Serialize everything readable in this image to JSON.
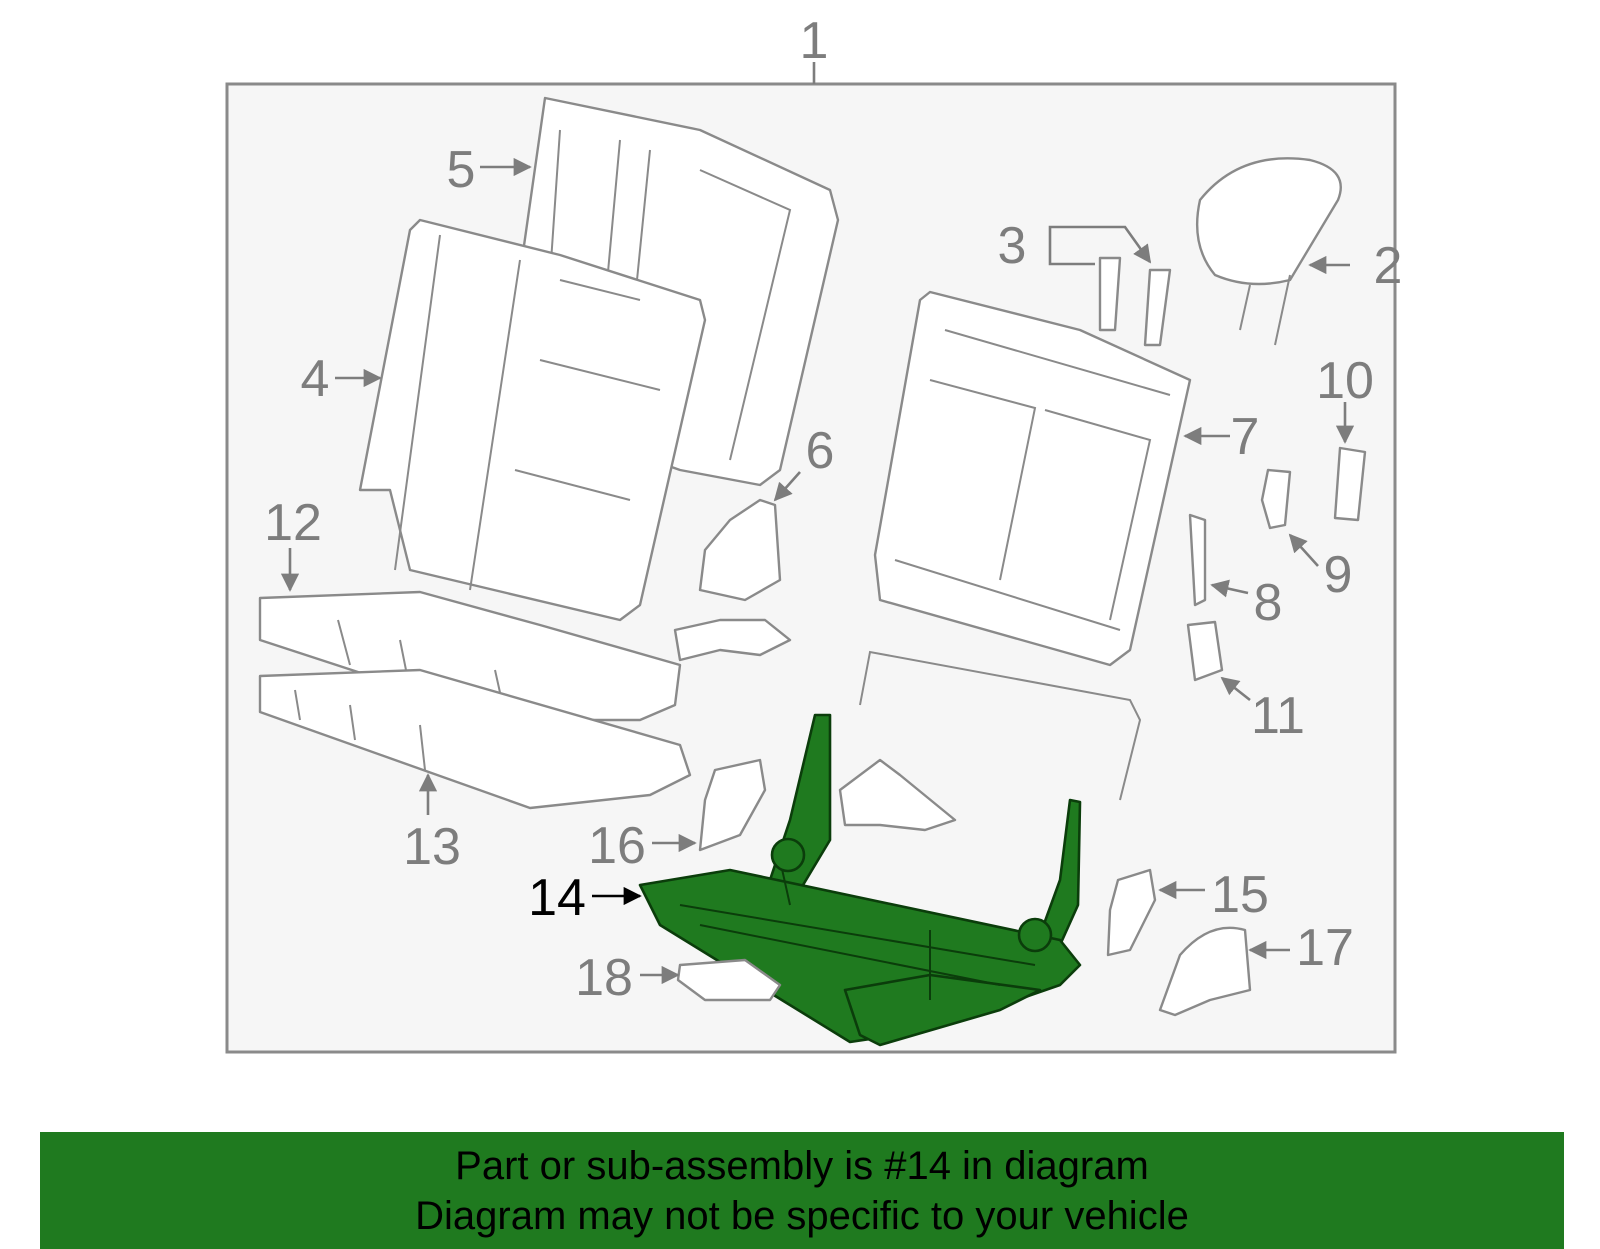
{
  "diagram": {
    "highlight_color": "#1f7a1f",
    "panel_color": "#f6f6f6",
    "callouts": [
      "1",
      "2",
      "3",
      "4",
      "5",
      "6",
      "7",
      "8",
      "9",
      "10",
      "11",
      "12",
      "13",
      "14",
      "15",
      "16",
      "17",
      "18"
    ],
    "highlighted_callout": "14"
  },
  "banner": {
    "line1": "Part or sub-assembly is #14 in diagram",
    "line2": "Diagram may not be specific to your vehicle",
    "color": "#1f7a1f"
  }
}
